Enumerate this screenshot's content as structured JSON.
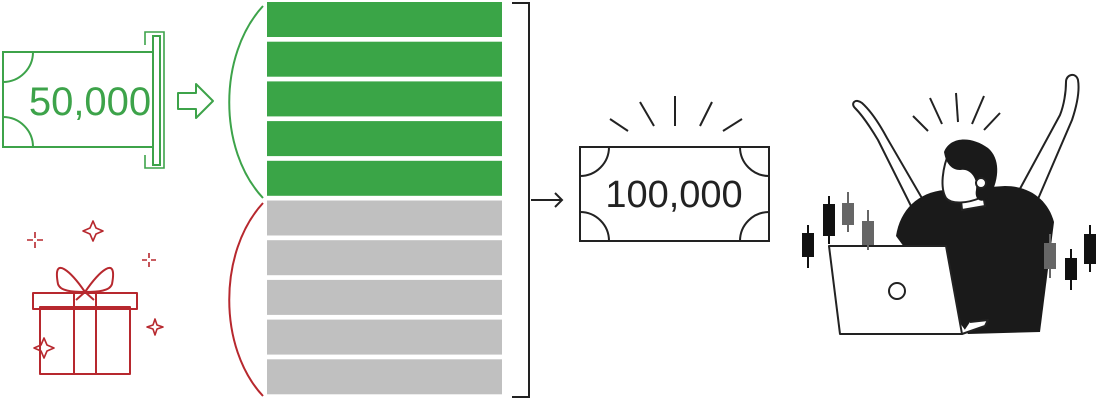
{
  "deposit_note": {
    "amount": "50,000",
    "color": "#3da34a"
  },
  "bonus_gift": {
    "icon": "gift-icon",
    "color": "#b7282e"
  },
  "account_blocks": {
    "funded_count": 5,
    "bonus_count": 5,
    "funded_color": "#3aa547",
    "bonus_color": "#c0c0c0"
  },
  "result_note": {
    "amount": "100,000",
    "color": "#222222"
  },
  "trader": {
    "icon": "celebrating-trader-icon"
  }
}
